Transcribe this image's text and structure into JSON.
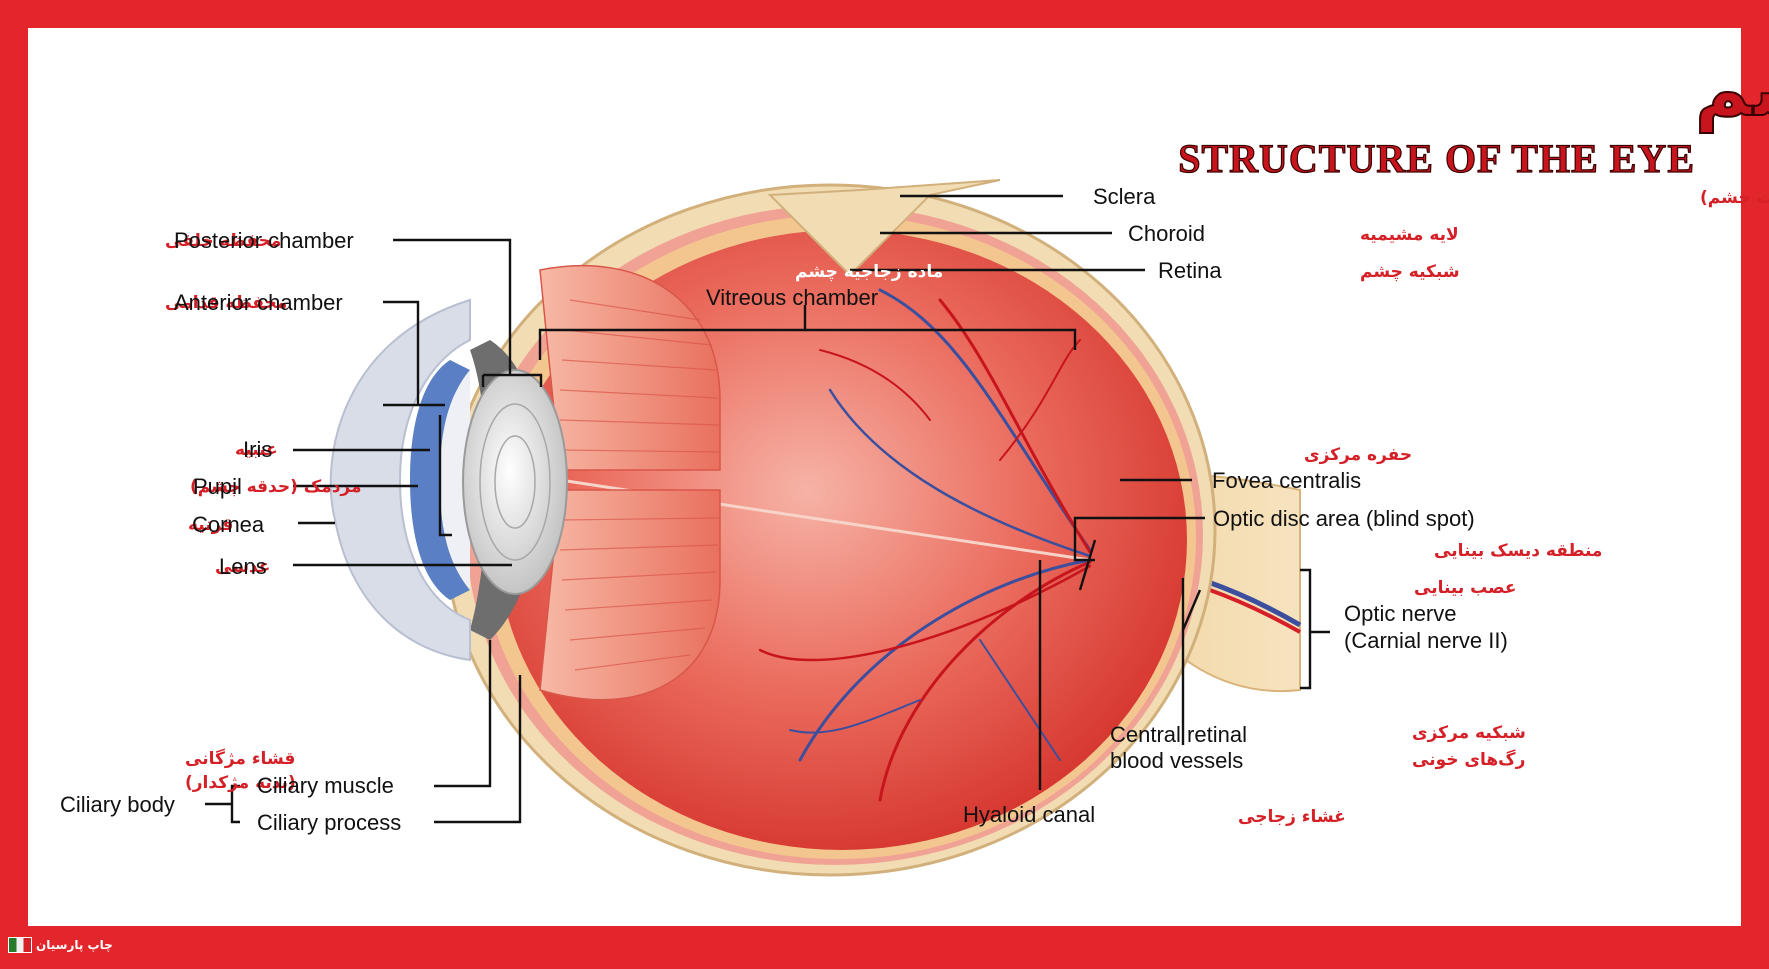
{
  "title": {
    "fa": "ساختار چشم",
    "en": "STRUCTURE OF THE EYE"
  },
  "labels": {
    "sclera": {
      "en": "Sclera",
      "fa": "صلبیه (سفیده سخت چشم)"
    },
    "choroid": {
      "en": "Choroid",
      "fa": "لایه مشیمیه"
    },
    "retina": {
      "en": "Retina",
      "fa": "شبکیه چشم"
    },
    "vitreous": {
      "en": "Vitreous chamber",
      "fa": "ماده زجاجیه چشم"
    },
    "posterior": {
      "en": "Posterior chamber",
      "fa": "محفظه خلفی"
    },
    "anterior": {
      "en": "Anterior chamber",
      "fa": "محفظه قدامی"
    },
    "iris": {
      "en": "Iris",
      "fa": "عنبیه"
    },
    "pupil": {
      "en": "Pupil",
      "fa": "مردمک (حدقه چشم)"
    },
    "cornea": {
      "en": "Cornea",
      "fa": "قرنیه"
    },
    "lens": {
      "en": "Lens",
      "fa": "عدسی"
    },
    "fovea": {
      "en": "Fovea centralis",
      "fa": "حفره مرکزی"
    },
    "optic_disc": {
      "en": "Optic disc area (blind spot)",
      "fa": "منطقه دیسک بینایی"
    },
    "optic_nerve": {
      "en1": "Optic nerve",
      "en2": "(Carnial nerve II)",
      "fa": "عصب بینایی"
    },
    "retinal_vessels": {
      "en1": "Central retinal",
      "en2": "blood vessels",
      "fa1": "شبکیه مرکزی",
      "fa2": "رگ‌های خونی"
    },
    "hyaloid": {
      "en": "Hyaloid canal",
      "fa": "غشاء زجاجی"
    },
    "ciliary_body": {
      "en": "Ciliary body",
      "fa1": "قشاء مژگانی",
      "fa2": "(بدنه مژکدار)"
    },
    "ciliary_muscle": {
      "en": "Ciliary muscle"
    },
    "ciliary_process": {
      "en": "Ciliary process"
    }
  },
  "publisher": "چاپ پارسیان",
  "colors": {
    "border": "#e3262c",
    "accent_text": "#d42026",
    "eye_interior": "#e2463e",
    "sclera": "#f1dcb3",
    "cornea": "#d9dde8",
    "iris_blue": "#5b7fc4"
  }
}
